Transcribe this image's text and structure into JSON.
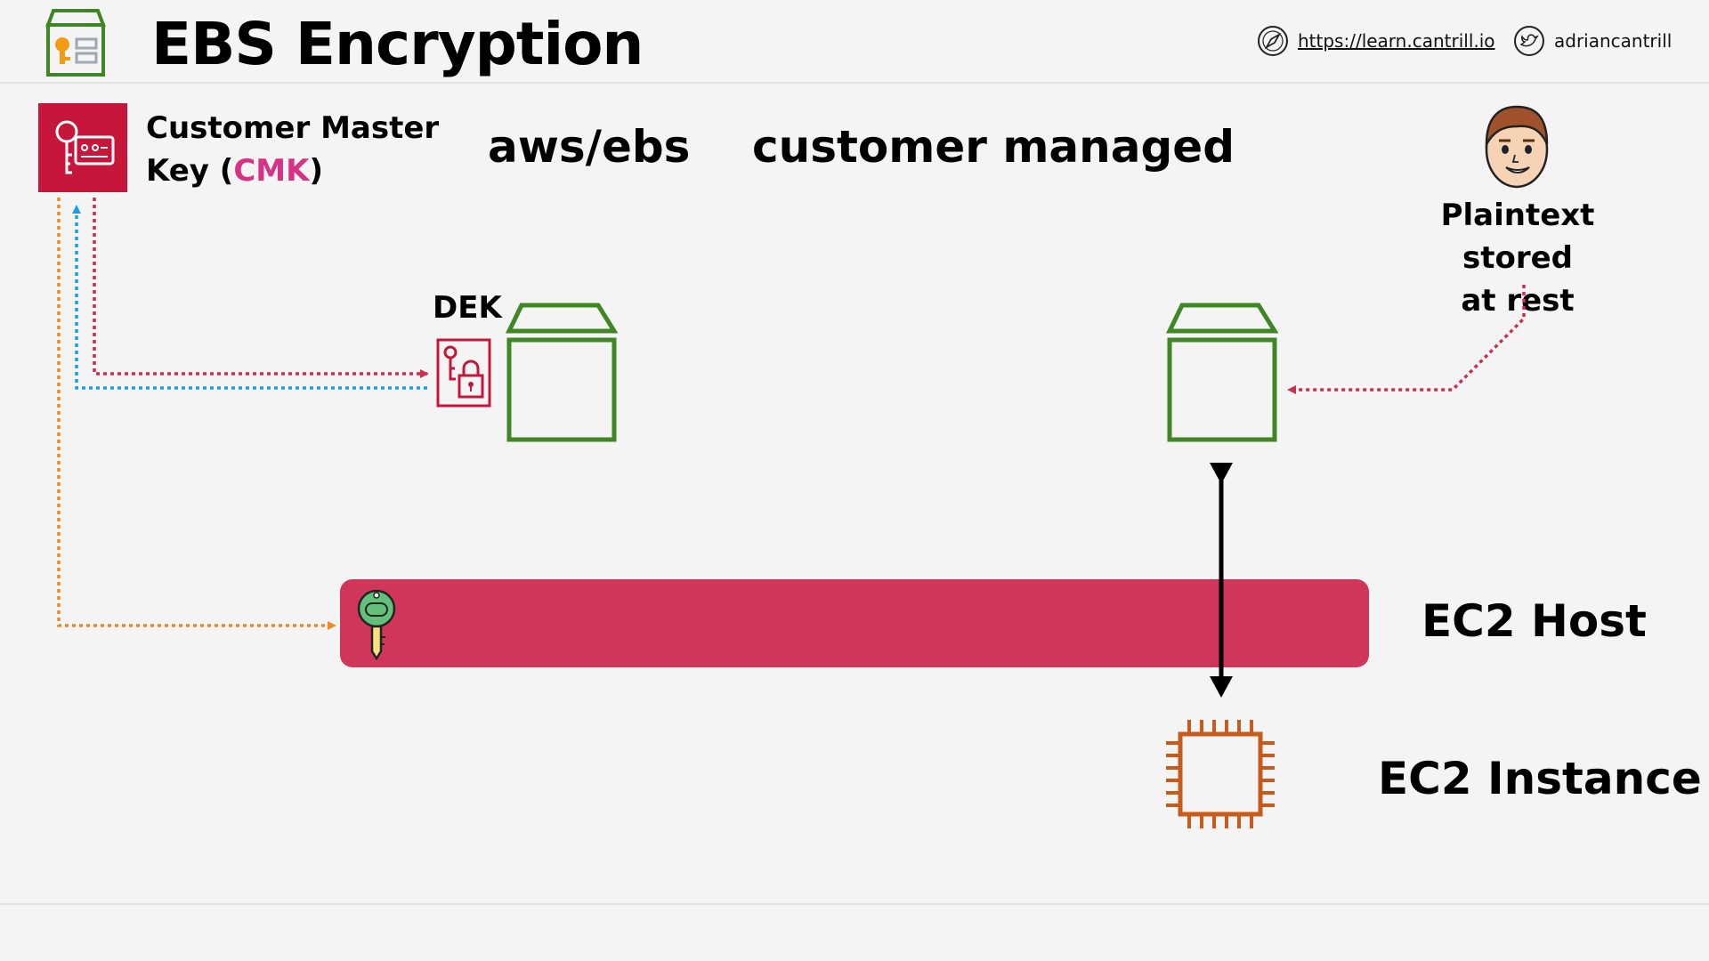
{
  "header": {
    "title": "EBS Encryption",
    "link": "https://learn.cantrill.io",
    "twitter": "adriancantrill"
  },
  "cmk": {
    "label_prefix": "Customer Master",
    "label_key": "Key (",
    "label_highlight": "CMK",
    "label_close": ")"
  },
  "key_types": {
    "aws": "aws/ebs",
    "customer": "customer managed"
  },
  "dek": {
    "label": "DEK"
  },
  "plaintext": {
    "line1": "Plaintext stored",
    "line2": "at rest"
  },
  "ec2": {
    "host": "EC2 Host",
    "instance": "EC2 Instance"
  },
  "colors": {
    "aws_red": "#c7163b",
    "ebs_green": "#3f8624",
    "host_bar": "#d0365a",
    "ec2_orange": "#c85a1c",
    "arrow_red": "#c8304e",
    "arrow_blue": "#1a9fe0",
    "arrow_orange": "#f08a1c",
    "highlight_pink": "#d63384"
  }
}
